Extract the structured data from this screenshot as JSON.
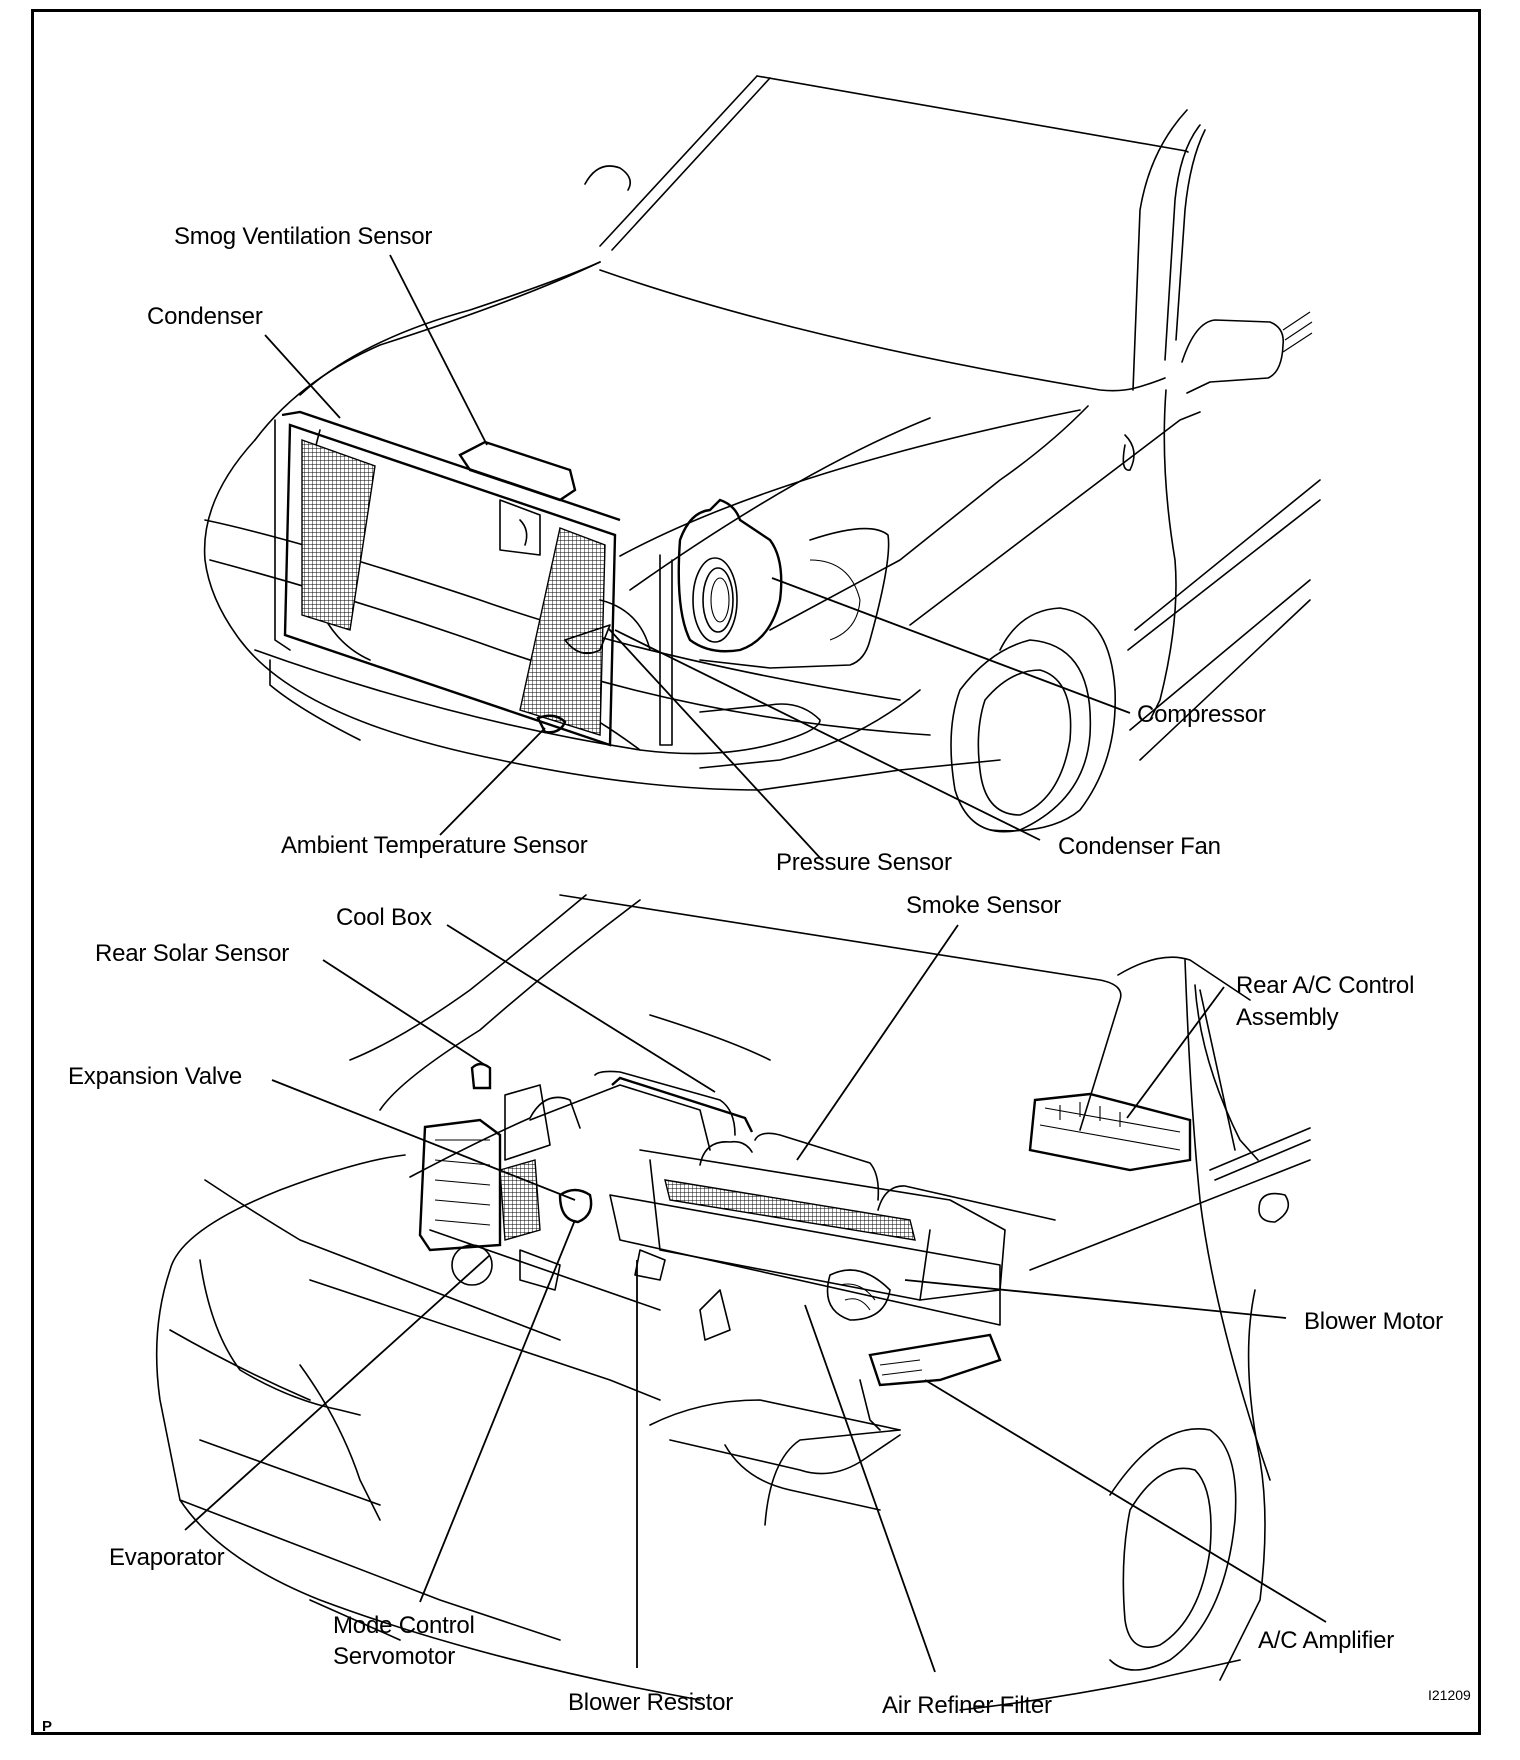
{
  "figure": {
    "id_code": "I21209",
    "corner_mark": "P",
    "colors": {
      "line": "#000000",
      "background": "#ffffff"
    }
  },
  "top_view": {
    "subject": "front of vehicle (engine compartment A/C components)",
    "labels": [
      {
        "key": "smog_ventilation_sensor",
        "text": "Smog Ventilation Sensor"
      },
      {
        "key": "condenser",
        "text": "Condenser"
      },
      {
        "key": "compressor",
        "text": "Compressor"
      },
      {
        "key": "ambient_temperature_sensor",
        "text": "Ambient Temperature Sensor"
      },
      {
        "key": "pressure_sensor",
        "text": "Pressure Sensor"
      },
      {
        "key": "condenser_fan",
        "text": "Condenser Fan"
      }
    ]
  },
  "bottom_view": {
    "subject": "rear of vehicle (rear A/C unit components)",
    "labels": [
      {
        "key": "cool_box",
        "text": "Cool Box"
      },
      {
        "key": "smoke_sensor",
        "text": "Smoke Sensor"
      },
      {
        "key": "rear_solar_sensor",
        "text": "Rear Solar Sensor"
      },
      {
        "key": "rear_ac_control_assembly",
        "lines": [
          "Rear A/C Control",
          "Assembly"
        ]
      },
      {
        "key": "expansion_valve",
        "text": "Expansion Valve"
      },
      {
        "key": "blower_motor",
        "text": "Blower Motor"
      },
      {
        "key": "evaporator",
        "text": "Evaporator"
      },
      {
        "key": "mode_control_servomotor",
        "lines": [
          "Mode Control",
          "Servomotor"
        ]
      },
      {
        "key": "ac_amplifier",
        "text": "A/C Amplifier"
      },
      {
        "key": "blower_resistor",
        "text": "Blower Resistor"
      },
      {
        "key": "air_refiner_filter",
        "text": "Air Refiner Filter"
      }
    ]
  }
}
